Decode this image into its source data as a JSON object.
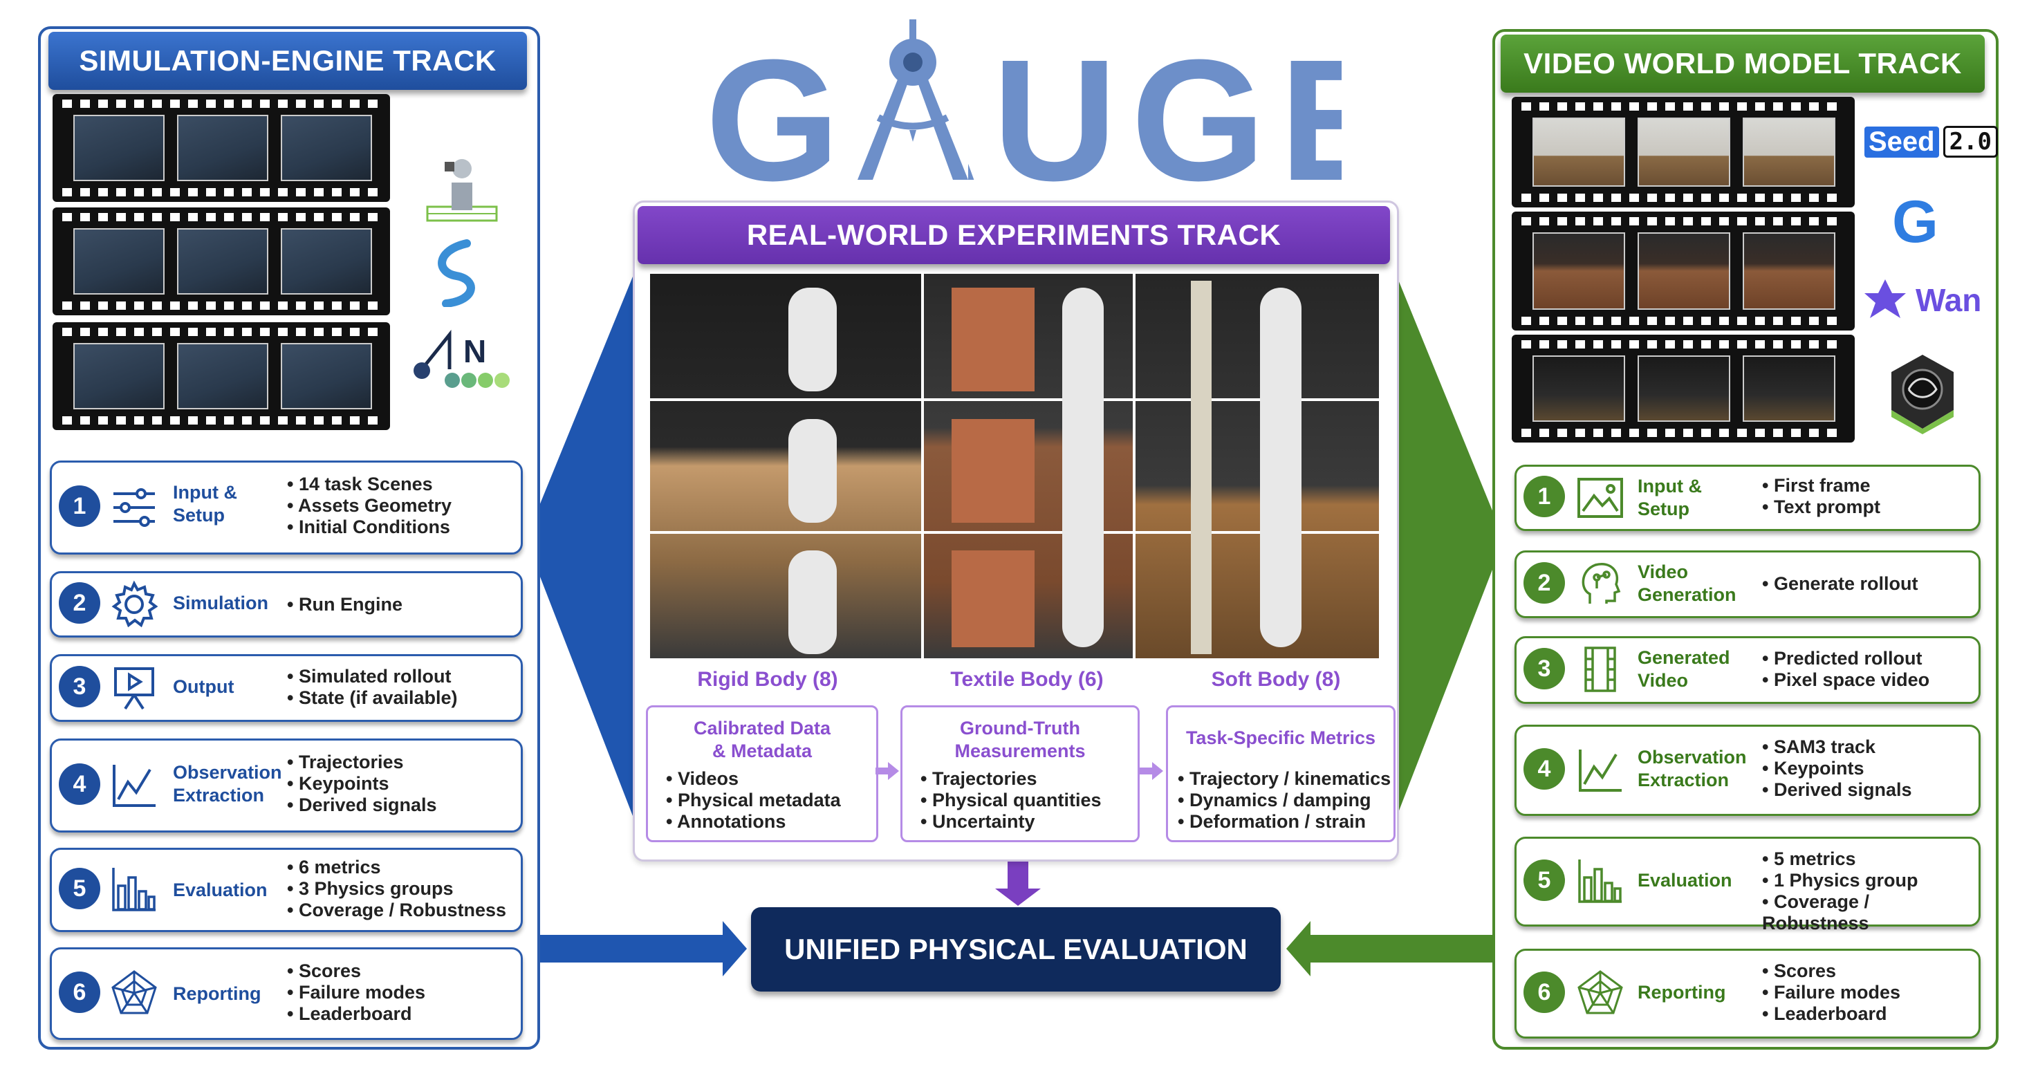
{
  "logo": {
    "text": "GAUGE"
  },
  "sim_track": {
    "title": "SIMULATION-ENGINE TRACK",
    "steps": [
      {
        "num": "1",
        "label": "Input &\nSetup",
        "icon": "sliders-icon",
        "bullets": [
          "14 task Scenes",
          "Assets Geometry",
          "Initial Conditions"
        ]
      },
      {
        "num": "2",
        "label": "Simulation",
        "icon": "gear-icon",
        "bullets": [
          "Run Engine"
        ]
      },
      {
        "num": "3",
        "label": "Output",
        "icon": "play-screen-icon",
        "bullets": [
          "Simulated rollout",
          "State (if available)"
        ]
      },
      {
        "num": "4",
        "label": "Observation\nExtraction",
        "icon": "line-graph-icon",
        "bullets": [
          "Trajectories",
          "Keypoints",
          "Derived signals"
        ]
      },
      {
        "num": "5",
        "label": "Evaluation",
        "icon": "bar-chart-icon",
        "bullets": [
          "6 metrics",
          "3 Physics groups",
          "Coverage / Robustness"
        ]
      },
      {
        "num": "6",
        "label": "Reporting",
        "icon": "radar-chart-icon",
        "bullets": [
          "Scores",
          "Failure modes",
          "Leaderboard"
        ]
      }
    ],
    "engine_logos": {
      "n_letter": "N"
    }
  },
  "video_track": {
    "title": "VIDEO WORLD MODEL TRACK",
    "steps": [
      {
        "num": "1",
        "label": "Input &\nSetup",
        "icon": "image-icon",
        "bullets": [
          "First frame",
          "Text prompt"
        ]
      },
      {
        "num": "2",
        "label": "Video\nGeneration",
        "icon": "head-circuit-icon",
        "bullets": [
          "Generate rollout"
        ]
      },
      {
        "num": "3",
        "label": "Generated\nVideo",
        "icon": "film-icon",
        "bullets": [
          "Predicted rollout",
          "Pixel space video"
        ]
      },
      {
        "num": "4",
        "label": "Observation\nExtraction",
        "icon": "line-graph-icon",
        "bullets": [
          "SAM3 track",
          "Keypoints",
          "Derived signals"
        ]
      },
      {
        "num": "5",
        "label": "Evaluation",
        "icon": "bar-chart-icon",
        "bullets": [
          "5 metrics",
          "1 Physics group",
          "Coverage / Robustness"
        ]
      },
      {
        "num": "6",
        "label": "Reporting",
        "icon": "radar-chart-icon",
        "bullets": [
          "Scores",
          "Failure modes",
          "Leaderboard"
        ]
      }
    ],
    "model_logos": {
      "seed": "Seed",
      "seed_version": "2.0",
      "g": "G",
      "wan": "Wan"
    }
  },
  "real_track": {
    "title": "REAL-WORLD EXPERIMENTS TRACK",
    "categories": [
      "Rigid Body (8)",
      "Textile Body  (6)",
      "Soft Body  (8)"
    ],
    "cards": [
      {
        "title": "Calibrated Data\n& Metadata",
        "bullets": [
          "Videos",
          "Physical metadata",
          "Annotations"
        ]
      },
      {
        "title": "Ground-Truth\nMeasurements",
        "bullets": [
          "Trajectories",
          "Physical quantities",
          "Uncertainty"
        ]
      },
      {
        "title": "Task-Specific Metrics",
        "bullets": [
          "Trajectory / kinematics",
          "Dynamics / damping",
          "Deformation / strain"
        ]
      }
    ]
  },
  "unified": {
    "label": "UNIFIED PHYSICAL EVALUATION"
  },
  "colors": {
    "blue": "#1f4e9d",
    "green": "#4c8a2b",
    "purple": "#7a3fc0",
    "navy": "#0f2a5c",
    "logo": "#6d8fc9"
  }
}
